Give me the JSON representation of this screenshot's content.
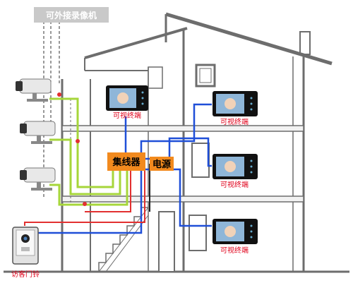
{
  "title_banner": {
    "text": "可外接录像机",
    "bg": "#c9c9c9"
  },
  "hub": {
    "label": "集线器",
    "color": "#f28a1e"
  },
  "power": {
    "label": "电源"
  },
  "door_station": {
    "label": "访客门铃"
  },
  "monitors": [
    {
      "label": "可视终端"
    },
    {
      "label": "可视终端"
    },
    {
      "label": "可视终端"
    },
    {
      "label": "可视终端"
    }
  ],
  "colors": {
    "wire_green": "#a6d63a",
    "wire_blue": "#1f4fd8",
    "wire_red": "#e23030",
    "wire_black": "#222222",
    "label_red": "#e0001a",
    "building": "#6d6d6d"
  },
  "icons": [
    "cctv-camera-icon",
    "video-monitor-icon",
    "door-station-icon"
  ]
}
